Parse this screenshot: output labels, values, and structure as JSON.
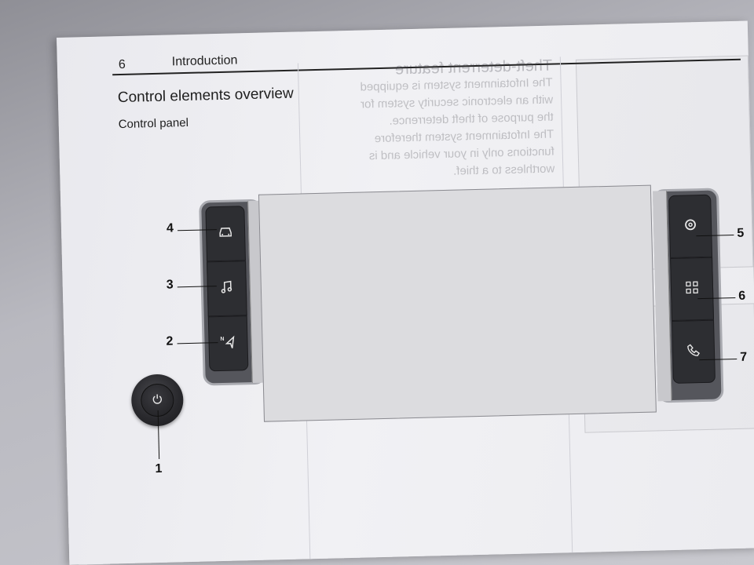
{
  "header": {
    "page_number": "6",
    "chapter": "Introduction"
  },
  "section": {
    "title": "Control elements overview",
    "subtitle": "Control panel"
  },
  "callouts": [
    "1",
    "2",
    "3",
    "4",
    "5",
    "6",
    "7"
  ],
  "ghost_text": {
    "heading": "Theft-deterrent feature",
    "lines": [
      "The Infotainment system is equipped",
      "with an electronic security system for",
      "the purpose of theft deterrence.",
      "The Infotainment system therefore",
      "functions only in your vehicle and is",
      "worthless to a thief."
    ]
  },
  "icons": {
    "btn4": "car-icon",
    "btn3": "music-note-icon",
    "btn2": "navigation-icon",
    "btn5": "settings-icon",
    "btn6": "apps-grid-icon",
    "btn7": "phone-icon",
    "btn1": "power-icon"
  },
  "colors": {
    "page": "#efeff2",
    "panel": "#55565c",
    "button": "#2d2e32",
    "screen": "#dcdcdf"
  }
}
